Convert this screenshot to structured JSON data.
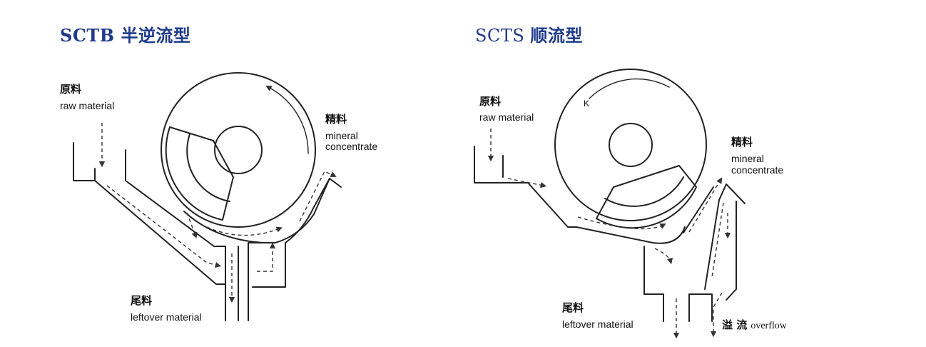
{
  "left": {
    "title_code": "SCTB",
    "title_cn": "半逆流型",
    "raw_cn": "原料",
    "raw_en": "raw material",
    "conc_cn": "精料",
    "conc_en1": "mineral",
    "conc_en2": "concentrate",
    "left_cn": "尾料",
    "left_en": "leftover material"
  },
  "right": {
    "title_code": "SCTS",
    "title_cn": "顺流型",
    "raw_cn": "原料",
    "raw_en": "raw material",
    "k_label": "K",
    "conc_cn": "精料",
    "conc_en1": "mineral",
    "conc_en2": "concentrate",
    "left_cn": "尾料",
    "left_en": "leftover material",
    "over_cn": "溢 流",
    "over_en": "overflow"
  },
  "colors": {
    "title": "#1f3a8a",
    "line": "#222222"
  }
}
